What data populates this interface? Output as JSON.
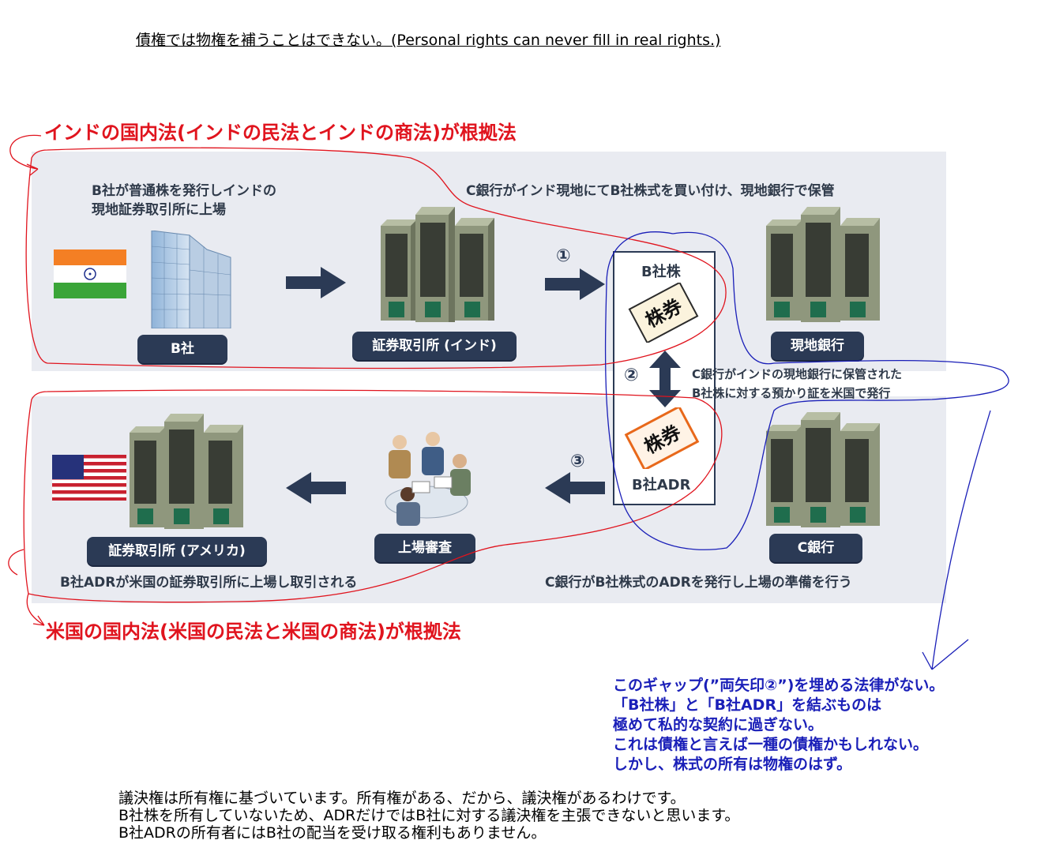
{
  "title": "債権では物権を補うことはできない。(Personal rights can never fill in real rights.)",
  "india_heading": "インドの国内法(インドの民法とインドの商法)が根拠法",
  "us_heading": "米国の国内法(米国の民法と米国の商法)が根拠法",
  "top_panel": {
    "left_text_line1": "B社が普通株を発行しインドの",
    "left_text_line2": "現地証券取引所に上場",
    "right_text": "C銀行がインド現地にてB社株式を買い付け、現地銀行で保管",
    "pill_b": "B社",
    "pill_exchange_india": "証券取引所 (インド)",
    "pill_local_bank": "現地銀行",
    "step1": "①"
  },
  "center_box": {
    "top_label": "B社株",
    "bottom_label": "B社ADR",
    "certificate_text": "株券",
    "step2": "②",
    "note_line1": "C銀行がインドの現地銀行に保管された",
    "note_line2": "B社株に対する預かり証を米国で発行"
  },
  "bottom_panel": {
    "pill_exchange_us": "証券取引所 (アメリカ)",
    "pill_listing_review": "上場審査",
    "pill_c_bank": "C銀行",
    "step3": "③",
    "left_text": "B社ADRが米国の証券取引所に上場し取引される",
    "right_text": "C銀行がB社株式のADRを発行し上場の準備を行う"
  },
  "blue_note": [
    "このギャップ(”両矢印②”)を埋める法律がない。",
    "「B社株」と「B社ADR」を結ぶものは",
    "極めて私的な契約に過ぎない。",
    "これは債権と言えば一種の債権かもしれない。",
    "しかし、株式の所有は物権のはず。"
  ],
  "black_note": [
    "議決権は所有権に基づいています。所有権がある、だから、議決権があるわけです。",
    "B社株を所有していないため、ADRだけではB社に対する議決権を主張できないと思います。",
    "B社ADRの所有者にはB社の配当を受け取る権利もありません。"
  ],
  "colors": {
    "red_annotation": "#e0141e",
    "blue_annotation": "#1a1fb8",
    "pill_navy": "#2b3a55",
    "panel_bg": "#e9ebf1"
  }
}
